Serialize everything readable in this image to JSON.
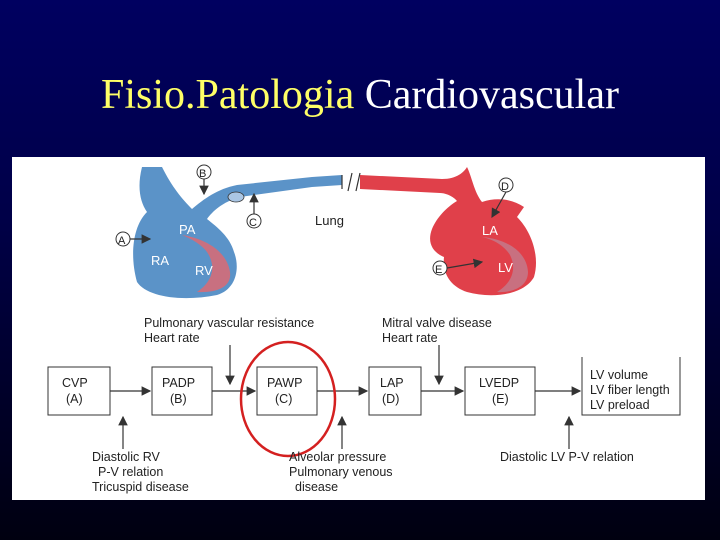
{
  "title": {
    "part1": "Fisio.Patologia",
    "part2": "Cardiovascular"
  },
  "heart": {
    "markers": [
      "A",
      "B",
      "C",
      "D",
      "E"
    ],
    "labels": {
      "pa": "PA",
      "ra": "RA",
      "rv": "RV",
      "la": "LA",
      "lv": "LV",
      "lung": "Lung"
    }
  },
  "top_notes": {
    "left": [
      "Pulmonary vascular resistance",
      "Heart rate"
    ],
    "right": [
      "Mitral valve disease",
      "Heart rate"
    ]
  },
  "chain": [
    {
      "name": "CVP",
      "code": "(A)"
    },
    {
      "name": "PADP",
      "code": "(B)"
    },
    {
      "name": "PAWP",
      "code": "(C)"
    },
    {
      "name": "LAP",
      "code": "(D)"
    },
    {
      "name": "LVEDP",
      "code": "(E)"
    }
  ],
  "result_box": [
    "LV volume",
    "LV fiber length",
    "LV preload"
  ],
  "bottom_notes": {
    "left": [
      "Diastolic RV",
      "P-V relation",
      "Tricuspid disease"
    ],
    "middle": [
      "Alveolar pressure",
      "Pulmonary venous",
      "disease"
    ],
    "right": [
      "Diastolic LV P-V relation"
    ]
  },
  "colors": {
    "right_heart": "#5b93c8",
    "left_heart": "#e0404a",
    "myocardium": "#c87080",
    "highlight": "#d42020",
    "title_accent": "#ffff66"
  }
}
